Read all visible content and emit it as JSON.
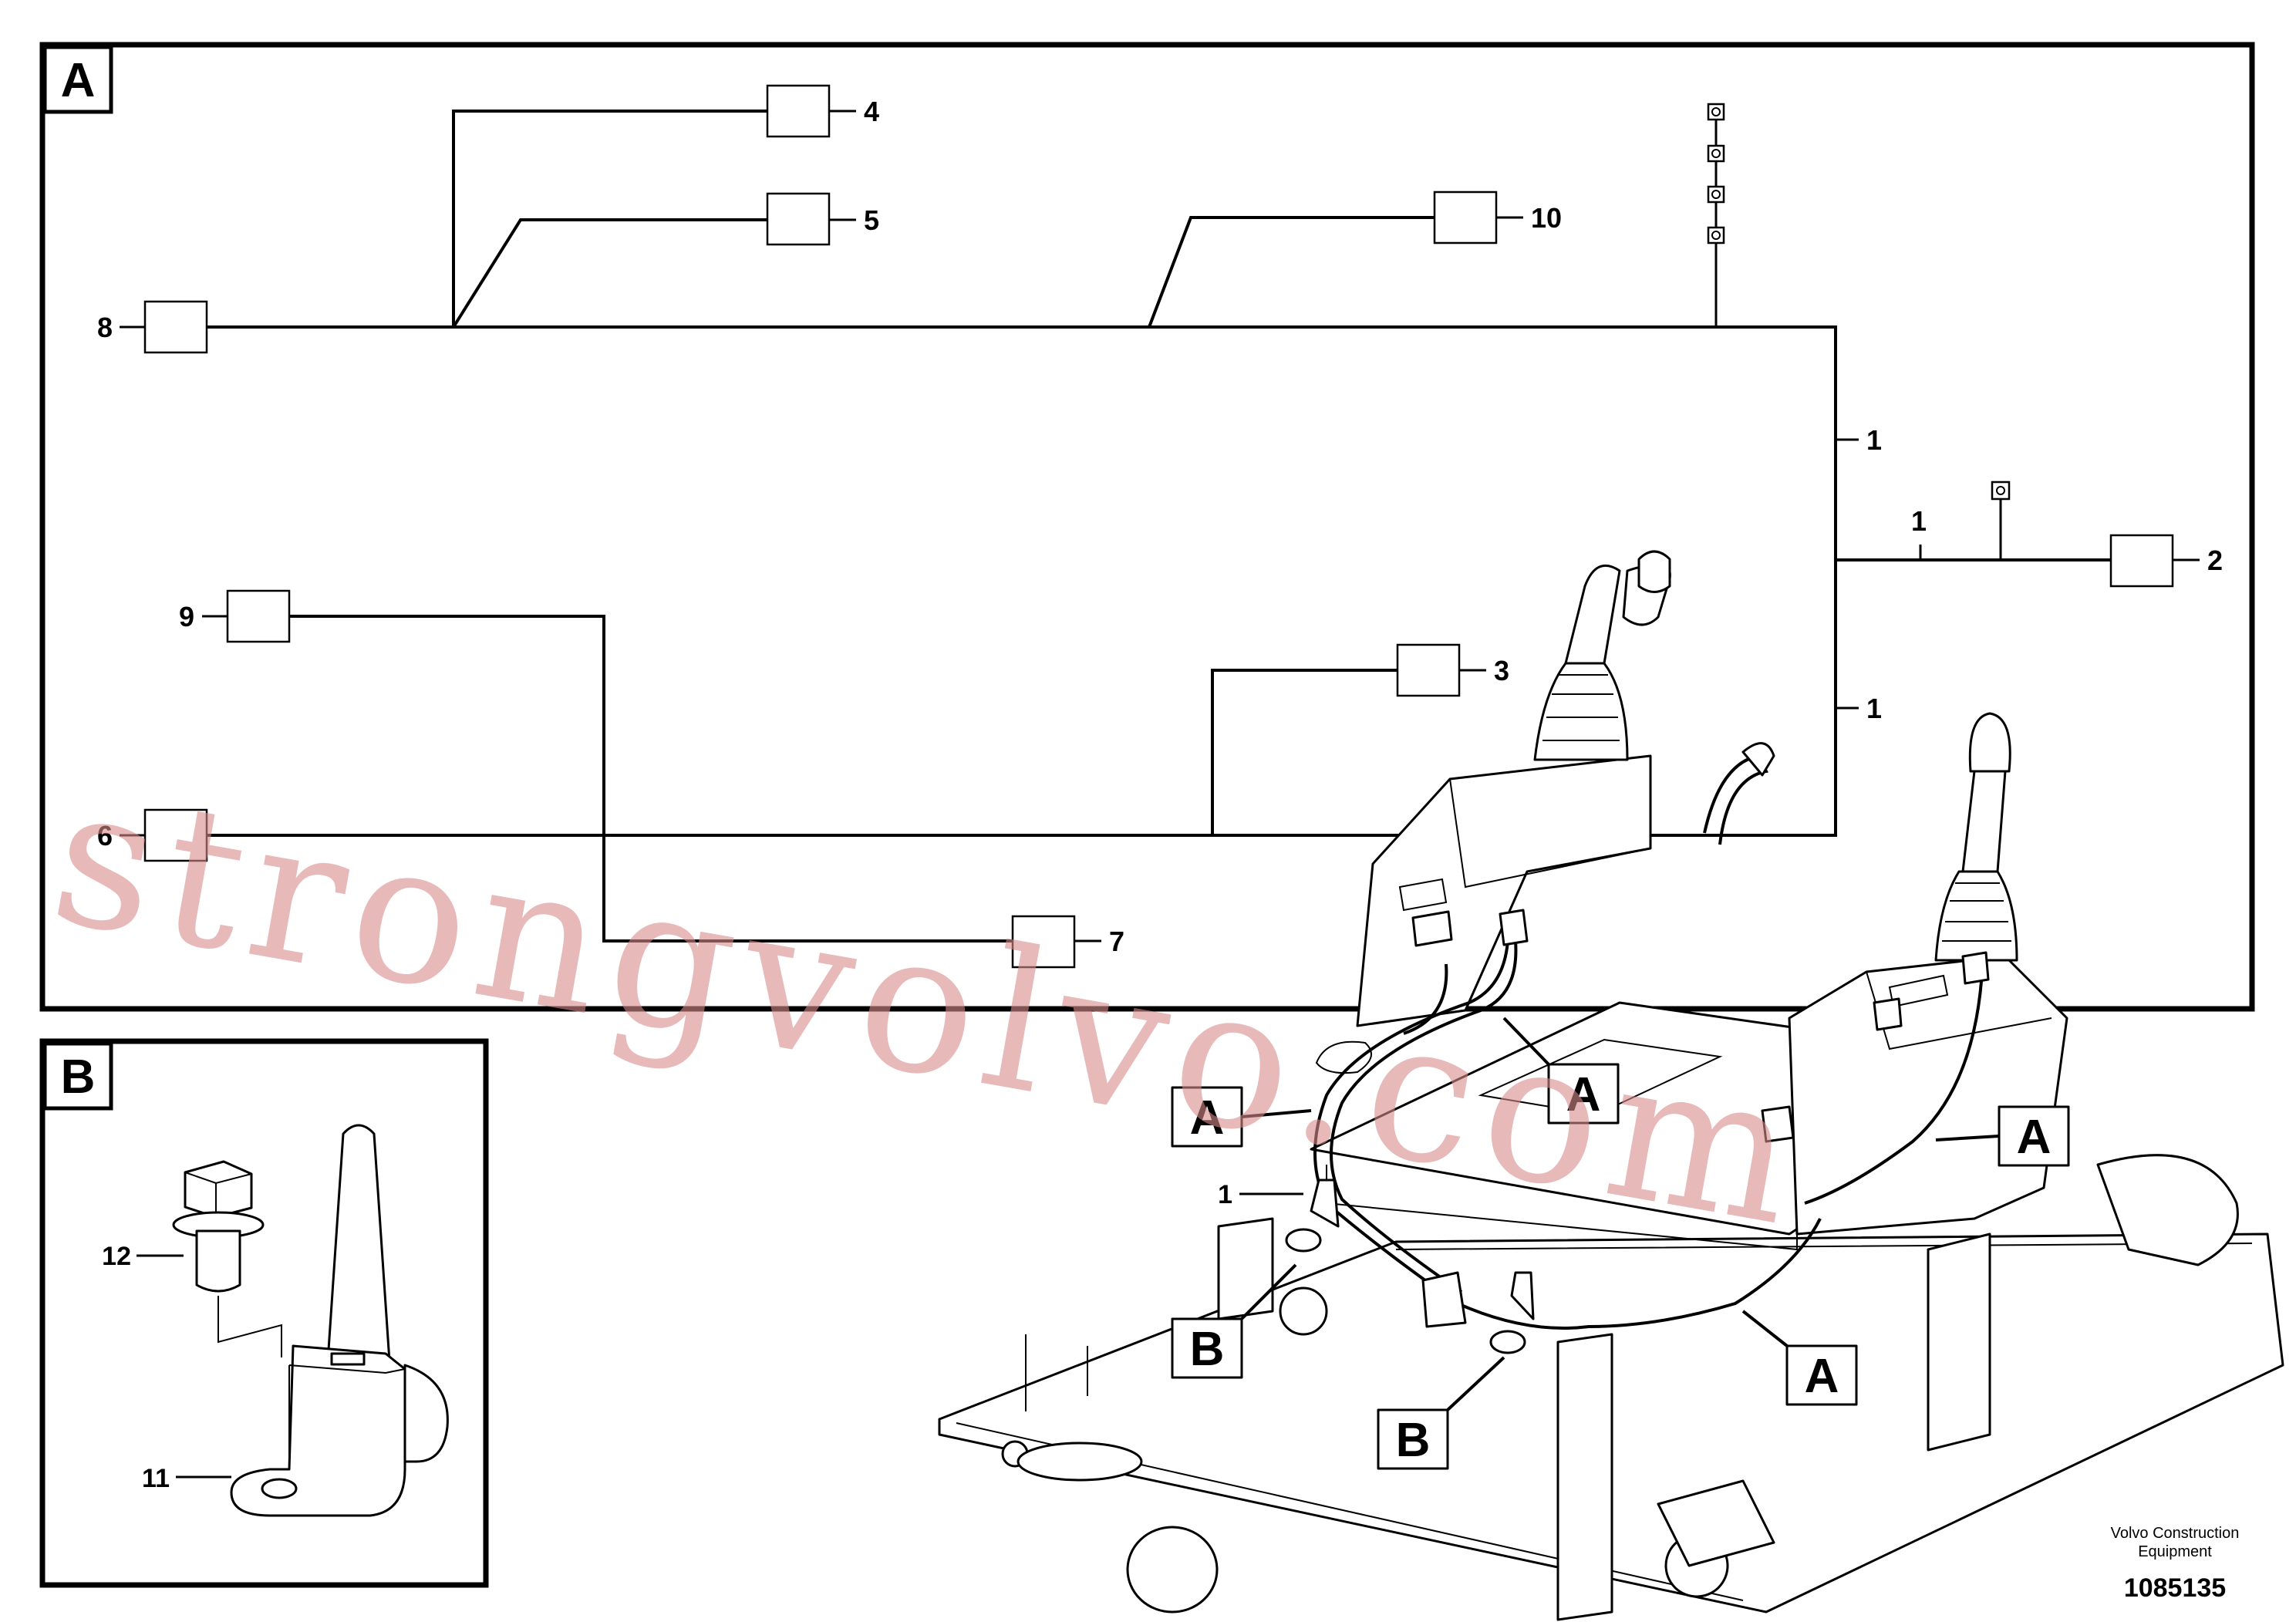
{
  "panels": {
    "A": {
      "tag": "A"
    },
    "B": {
      "tag": "B"
    }
  },
  "connectors": {
    "c1a": "1",
    "c1b": "1",
    "c1c": "1",
    "c2": "2",
    "c3": "3",
    "c4": "4",
    "c5": "5",
    "c6": "6",
    "c7": "7",
    "c8": "8",
    "c9": "9",
    "c10": "10"
  },
  "detail_b": {
    "bolt": "12",
    "clip": "11"
  },
  "callouts": {
    "a_left": "A",
    "a_center": "A",
    "a_right": "A",
    "a_bottom": "A",
    "b_left": "B",
    "b_bottom": "B",
    "harness_1": "1"
  },
  "footer": {
    "maker_line1": "Volvo Construction",
    "maker_line2": "Equipment",
    "drawing_no": "1085135"
  },
  "watermark": "strongvolvo.com",
  "colors": {
    "ink": "#000000",
    "watermark": "#d98a8a",
    "paper": "#ffffff"
  }
}
